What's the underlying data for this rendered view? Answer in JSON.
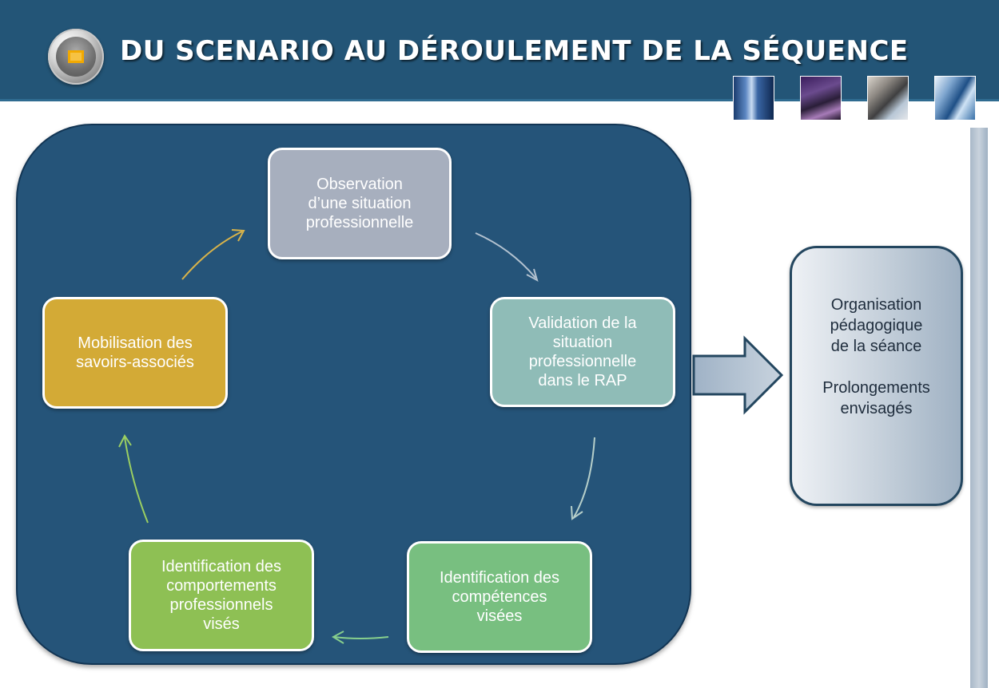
{
  "header": {
    "title": "DU SCENARIO AU DÉROULEMENT DE LA SÉQUENCE"
  },
  "cycle": {
    "nodes": [
      {
        "id": "observation",
        "label": "Observation\nd’une situation\nprofessionnelle",
        "color": "#a7afbe"
      },
      {
        "id": "validation",
        "label": "Validation de la\nsituation\nprofessionnelle\ndans le  RAP",
        "color": "#8fbcb7"
      },
      {
        "id": "competences",
        "label": "Identification des\ncompétences\nvisées",
        "color": "#78bf80"
      },
      {
        "id": "comportements",
        "label": "Identification des\ncomportements\nprofessionnels\nvisés",
        "color": "#8ec054"
      },
      {
        "id": "mobilisation",
        "label": "Mobilisation des\nsavoirs-associés",
        "color": "#d3aa36"
      }
    ],
    "edges": [
      {
        "from": "observation",
        "to": "validation"
      },
      {
        "from": "validation",
        "to": "competences"
      },
      {
        "from": "competences",
        "to": "comportements"
      },
      {
        "from": "comportements",
        "to": "mobilisation"
      },
      {
        "from": "mobilisation",
        "to": "observation"
      }
    ]
  },
  "outcome": {
    "line1": "Organisation\npédagogique\nde la séance",
    "line2": "Prolongements\nenvisagés"
  },
  "colors": {
    "header_bg": "#235577",
    "panel_bg": "#255479",
    "arrow_fill": "#bcc9d8"
  }
}
